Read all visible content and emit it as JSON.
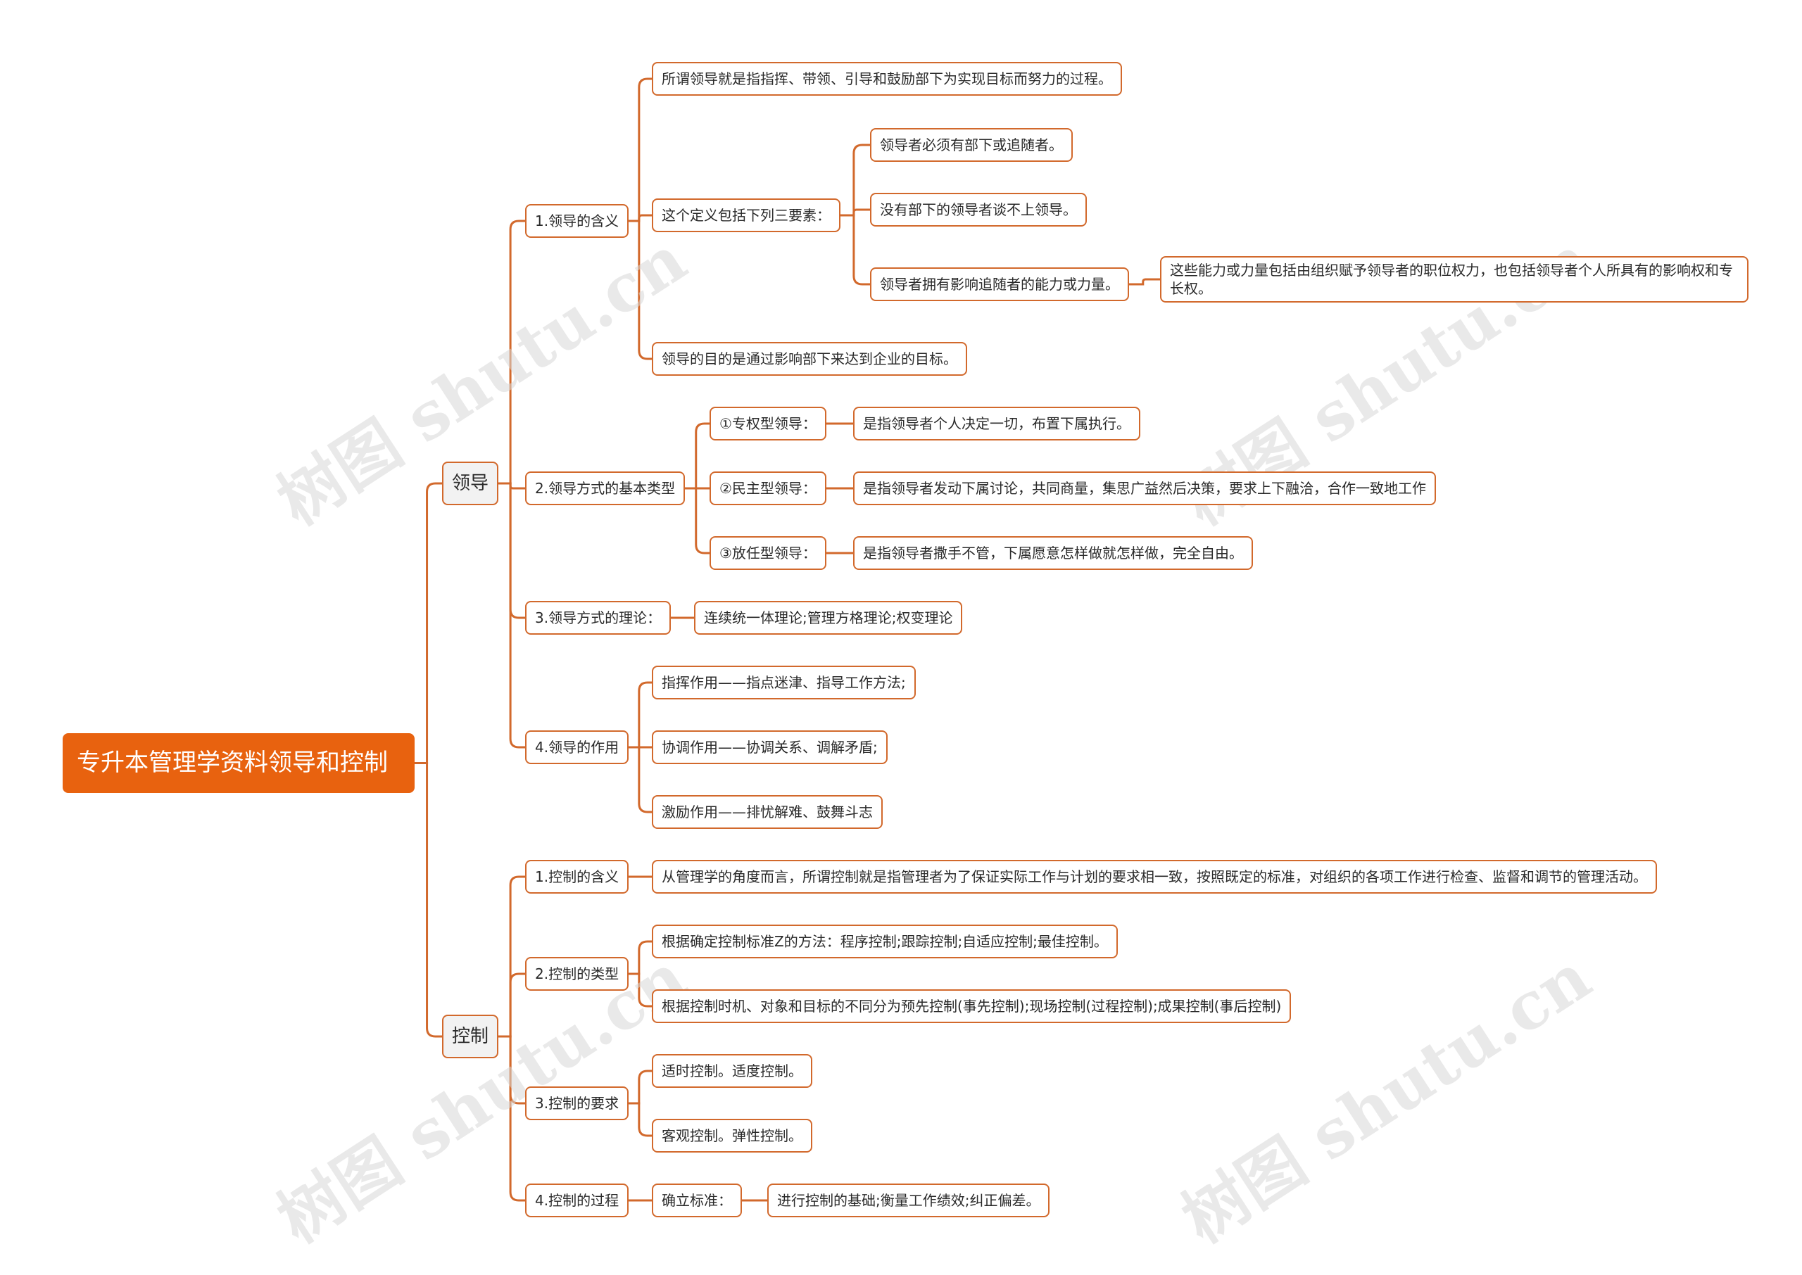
{
  "root": "专升本管理学资料领导和控制",
  "branches": {
    "leadership": {
      "label": "领导",
      "meaning": {
        "label": "1.领导的含义",
        "definition": "所谓领导就是指指挥、带领、引导和鼓励部下为实现目标而努力的过程。",
        "elements": {
          "label": "这个定义包括下列三要素：",
          "items": [
            "领导者必须有部下或追随者。",
            "没有部下的领导者谈不上领导。",
            "领导者拥有影响追随者的能力或力量。"
          ],
          "power_note": "这些能力或力量包括由组织赋予领导者的职位权力，也包括领导者个人所具有的影响权和专长权。"
        },
        "purpose": "领导的目的是通过影响部下来达到企业的目标。"
      },
      "styles": {
        "label": "2.领导方式的基本类型",
        "items": [
          {
            "type": "①专权型领导：",
            "desc": "是指领导者个人决定一切，布置下属执行。"
          },
          {
            "type": "②民主型领导：",
            "desc": "是指领导者发动下属讨论，共同商量，集思广益然后决策，要求上下融洽，合作一致地工作"
          },
          {
            "type": "③放任型领导：",
            "desc": "是指领导者撒手不管，下属愿意怎样做就怎样做，完全自由。"
          }
        ]
      },
      "theory": {
        "label": "3.领导方式的理论：",
        "value": "连续统一体理论;管理方格理论;权变理论"
      },
      "roles": {
        "label": "4.领导的作用",
        "items": [
          "指挥作用——指点迷津、指导工作方法;",
          "协调作用——协调关系、调解矛盾;",
          "激励作用——排忧解难、鼓舞斗志"
        ]
      }
    },
    "control": {
      "label": "控制",
      "meaning": {
        "label": "1.控制的含义",
        "value": "从管理学的角度而言，所谓控制就是指管理者为了保证实际工作与计划的要求相一致，按照既定的标准，对组织的各项工作进行检查、监督和调节的管理活动。"
      },
      "types": {
        "label": "2.控制的类型",
        "items": [
          "根据确定控制标准Z的方法：程序控制;跟踪控制;自适应控制;最佳控制。",
          "根据控制时机、对象和目标的不同分为预先控制(事先控制);现场控制(过程控制);成果控制(事后控制)"
        ]
      },
      "requirements": {
        "label": "3.控制的要求",
        "items": [
          "适时控制。适度控制。",
          "客观控制。弹性控制。"
        ]
      },
      "process": {
        "label": "4.控制的过程",
        "step": "确立标准：",
        "detail": "进行控制的基础;衡量工作绩效;纠正偏差。"
      }
    }
  },
  "watermark": "树图 shutu.cn",
  "colors": {
    "accent": "#e8620f",
    "line": "#d2692c",
    "branch_bg": "#f2f2f2"
  }
}
